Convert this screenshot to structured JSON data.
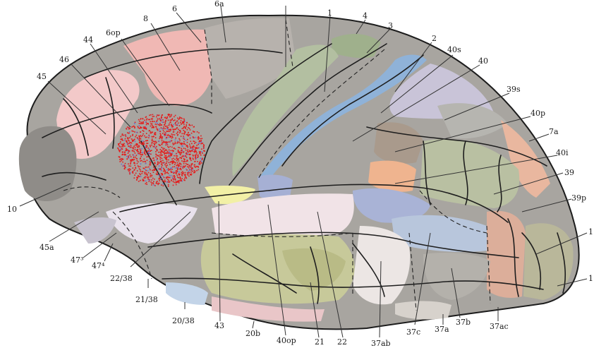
{
  "colors": {
    "background": "#ffffff",
    "cortex_gray": "#a8a5a0",
    "dark_gray": "#8f8c88",
    "pink": "#f3c9c9",
    "salmon": "#eab8a5",
    "green": "#9fb08c",
    "olive": "#c7c99a",
    "yellow": "#f2f0a6",
    "blue": "#8fb2d8",
    "lavender": "#c9c4d8",
    "pale_pink": "#f1e3e7",
    "orange": "#efb48f",
    "stimulation": "#e41a1a"
  },
  "labels": {
    "l_10": "10",
    "l_45": "45",
    "l_46": "46",
    "l_44": "44",
    "l_8": "8",
    "l_6op": "6op",
    "l_6": "6",
    "l_6a": "6a",
    "l_1": "1",
    "l_4": "4",
    "l_3": "3",
    "l_2": "2",
    "l_40s": "40s",
    "l_40": "40",
    "l_39s": "39s",
    "l_40p": "40p",
    "l_7a": "7a",
    "l_40i": "40i",
    "l_39": "39",
    "l_39p": "39p",
    "l_1_right": "1",
    "l_1_bottomright": "1",
    "l_45a": "45a",
    "l_47_3": "47³",
    "l_47_4": "47⁴",
    "l_22_38": "22/38",
    "l_21_38": "21/38",
    "l_20_38": "20/38",
    "l_43": "43",
    "l_20b": "20b",
    "l_40op": "40op",
    "l_21": "21",
    "l_22": "22",
    "l_37ab": "37ab",
    "l_37c": "37c",
    "l_37a": "37a",
    "l_37b": "37b",
    "l_37ac": "37ac"
  },
  "icons": {
    "stimulation_marker": "red-dot-cluster"
  }
}
